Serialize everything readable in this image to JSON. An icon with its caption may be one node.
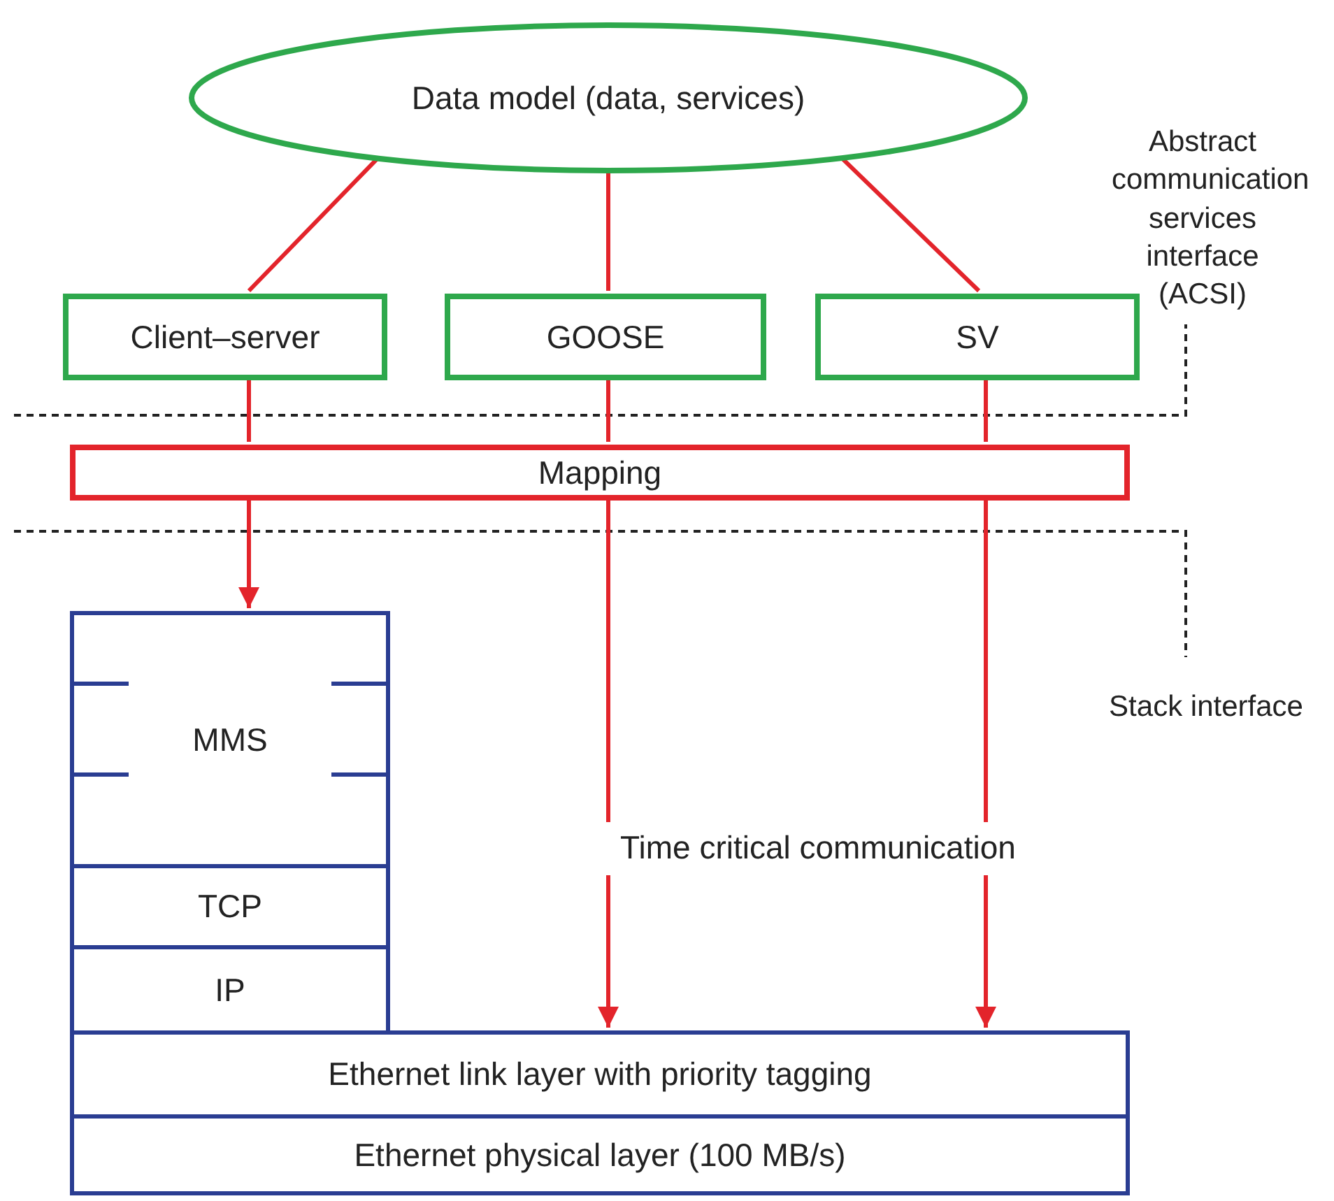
{
  "diagram": {
    "nodes": [
      {
        "text": [
          "Data model (data, services)"
        ]
      },
      {
        "text": [
          "Client–server"
        ]
      },
      {
        "text": [
          "GOOSE"
        ]
      },
      {
        "text": [
          "SV"
        ]
      },
      {
        "text": [
          "Mapping"
        ]
      },
      {
        "text": [
          "MMS"
        ]
      },
      {
        "text": [
          "TCP"
        ]
      },
      {
        "text": [
          "IP"
        ]
      },
      {
        "text": [
          "Ethernet link layer with priority tagging"
        ]
      },
      {
        "text": [
          "Ethernet physical layer (100 MB/s)"
        ]
      }
    ],
    "edges": [
      {
        "from": 0,
        "to": 1,
        "arrow": "none"
      },
      {
        "from": 0,
        "to": 2,
        "arrow": "none"
      },
      {
        "from": 0,
        "to": 3,
        "arrow": "none"
      },
      {
        "from": 1,
        "to": 4,
        "arrow": "none"
      },
      {
        "from": 2,
        "to": 4,
        "arrow": "none"
      },
      {
        "from": 4,
        "to": 5,
        "arrow": "to"
      },
      {
        "from": 4,
        "to": 8,
        "arrow": "to"
      },
      {
        "from": 3,
        "to": 4,
        "arrow": "none"
      },
      {
        "from": 4,
        "to": 8,
        "arrow": "to"
      }
    ],
    "labels": [
      "Abstract communication services interface (ACSI)",
      "Stack interface",
      "Time critical communication"
    ]
  }
}
